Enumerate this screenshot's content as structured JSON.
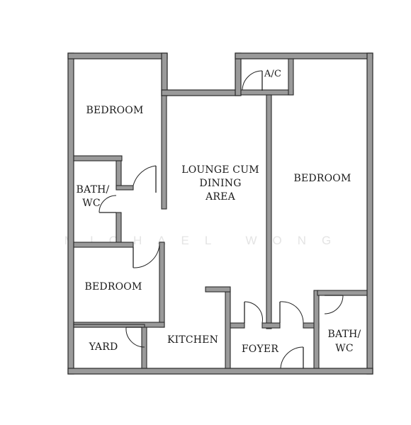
{
  "rooms": {
    "bedroom_top_left": "BEDROOM",
    "bath_left_line1": "BATH/",
    "bath_left_line2": "WC",
    "bedroom_bottom_left": "BEDROOM",
    "yard": "YARD",
    "kitchen": "KITCHEN",
    "lounge_line1": "LOUNGE CUM",
    "lounge_line2": "DINING",
    "lounge_line3": "AREA",
    "ac": "A/C",
    "bedroom_right": "BEDROOM",
    "foyer": "FOYER",
    "bath_right_line1": "BATH/",
    "bath_right_line2": "WC"
  },
  "watermark": "MICHAEL WONG",
  "colors": {
    "wall_fill": "#9a9a9a",
    "wall_outline": "#2a2a2a",
    "background": "#ffffff"
  }
}
